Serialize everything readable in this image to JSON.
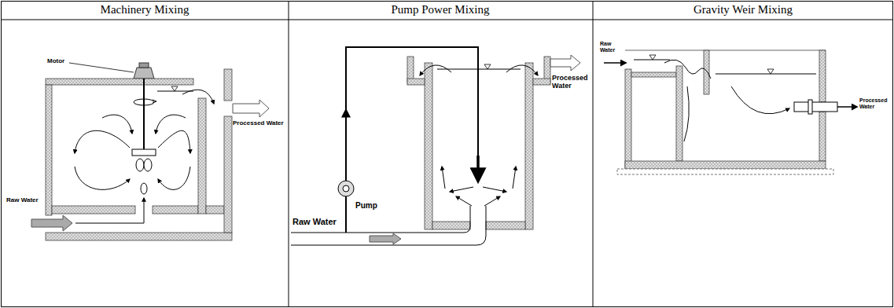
{
  "diagram": {
    "labels": [
      "Machinery Mixing",
      "Pump Power Mixing",
      "Gravity Weir Mixing",
      "Motor",
      "Processed Water",
      "Raw Water",
      "Processed Water",
      "Pump",
      "Raw Water",
      "Raw Water",
      "Processed Water"
    ]
  }
}
